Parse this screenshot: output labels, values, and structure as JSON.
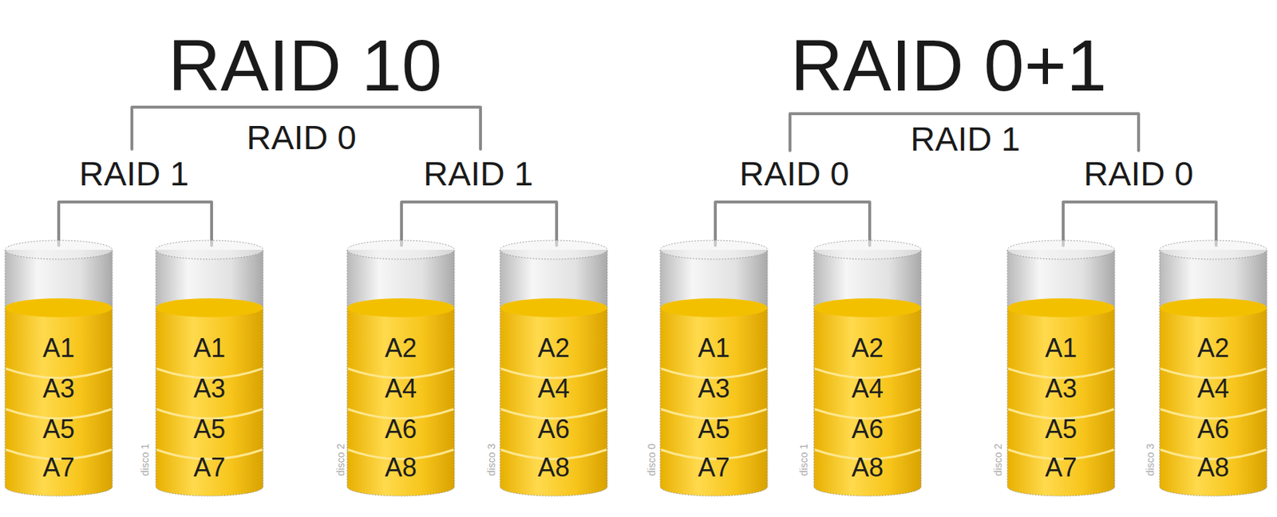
{
  "diagram": {
    "nodes": [
      {
        "text": [
          "A1",
          "A3",
          "A5",
          "A7"
        ]
      },
      {
        "text": [
          "A1",
          "A3",
          "A5",
          "A7"
        ]
      },
      {
        "text": [
          "A2",
          "A4",
          "A6",
          "A8"
        ]
      },
      {
        "text": [
          "A2",
          "A4",
          "A6",
          "A8"
        ]
      },
      {
        "text": [
          "A1",
          "A3",
          "A5",
          "A7"
        ]
      },
      {
        "text": [
          "A2",
          "A4",
          "A6",
          "A8"
        ]
      },
      {
        "text": [
          "A1",
          "A3",
          "A5",
          "A7"
        ]
      },
      {
        "text": [
          "A2",
          "A4",
          "A6",
          "A8"
        ]
      }
    ],
    "labels": [
      "RAID 10",
      "RAID 0",
      "RAID 1",
      "RAID 1",
      "RAID 0+1",
      "RAID 1",
      "RAID 0",
      "RAID 0",
      "disco 1",
      "disco 2",
      "disco 3",
      "disco 0",
      "disco 1",
      "disco 2",
      "disco 3"
    ]
  }
}
